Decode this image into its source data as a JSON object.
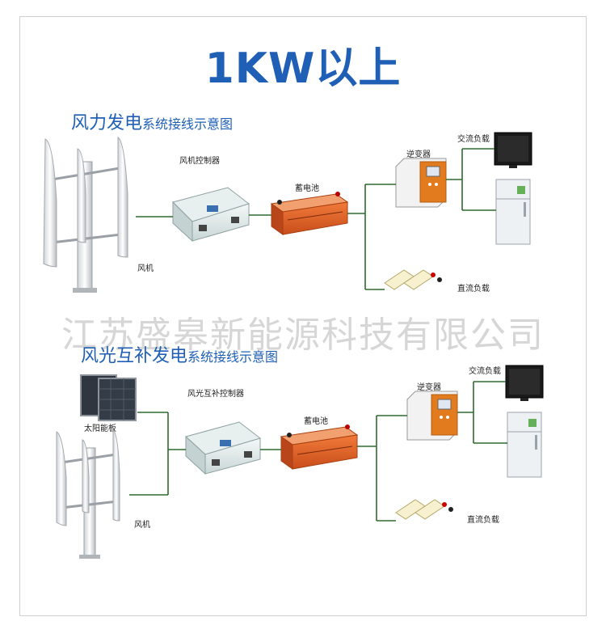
{
  "title": "1KW以上",
  "watermark": "江苏盛皋新能源科技有限公司",
  "diagram1": {
    "heading_main": "风力发电",
    "heading_sub": "系统接线示意图",
    "turbine": "风机",
    "controller": "风机控制器",
    "battery": "蓄电池",
    "inverter": "逆变器",
    "ac_load": "交流负载",
    "dc_load": "直流负载"
  },
  "diagram2": {
    "heading_main": "风光互补发电",
    "heading_sub": "系统接线示意图",
    "solar": "太阳能板",
    "turbine": "风机",
    "controller": "风光互补控制器",
    "battery": "蓄电池",
    "inverter": "逆变器",
    "ac_load": "交流负载",
    "dc_load": "直流负载"
  },
  "colors": {
    "title": "#1f5fb5",
    "wire": "#2e6b2e",
    "battery": "#e8622a",
    "inverter": "#e07820"
  }
}
